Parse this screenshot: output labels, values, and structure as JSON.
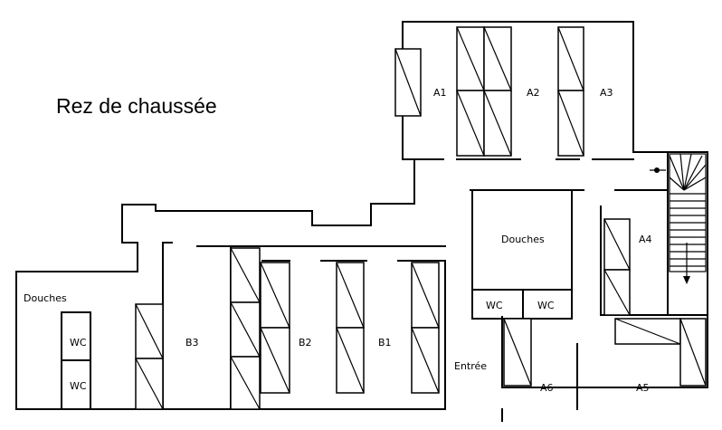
{
  "title": "Rez de chaussée",
  "rooms": {
    "a1": "A1",
    "a2": "A2",
    "a3": "A3",
    "a4": "A4",
    "a5": "A5",
    "a6": "A6",
    "b1": "B1",
    "b2": "B2",
    "b3": "B3",
    "douches_left": "Douches",
    "douches_center": "Douches",
    "wc_left_top": "WC",
    "wc_left_bottom": "WC",
    "wc_center_left": "WC",
    "wc_center_right": "WC",
    "entree": "Entrée"
  }
}
